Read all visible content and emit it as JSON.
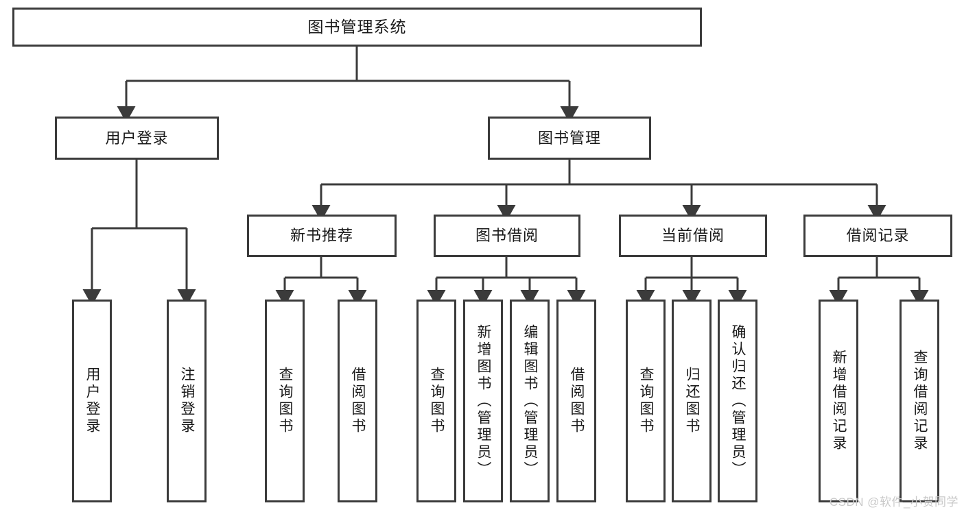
{
  "diagram": {
    "type": "tree-hierarchy",
    "title_node": {
      "label": "图书管理系统"
    },
    "level2": [
      {
        "label": "用户登录"
      },
      {
        "label": "图书管理"
      }
    ],
    "level3": [
      {
        "label": "新书推荐"
      },
      {
        "label": "图书借阅"
      },
      {
        "label": "当前借阅"
      },
      {
        "label": "借阅记录"
      }
    ],
    "leaves": {
      "user_login": [
        {
          "label": "用户登录"
        },
        {
          "label": "注销登录"
        }
      ],
      "new_book_recommend": [
        {
          "label": "查询图书"
        },
        {
          "label": "借阅图书"
        }
      ],
      "book_borrow": [
        {
          "label": "查询图书"
        },
        {
          "label": "新增图书（管理员）"
        },
        {
          "label": "编辑图书（管理员）"
        },
        {
          "label": "借阅图书"
        }
      ],
      "current_borrow": [
        {
          "label": "查询图书"
        },
        {
          "label": "归还图书"
        },
        {
          "label": "确认归还（管理员）"
        }
      ],
      "borrow_record": [
        {
          "label": "新增借阅记录"
        },
        {
          "label": "查询借阅记录"
        }
      ]
    }
  },
  "watermark": {
    "text": "CSDN @软件_小贺同学"
  },
  "colors": {
    "stroke": "#3b3b3b",
    "box_fill": "#ffffff",
    "text": "#1a1a1a",
    "watermark": "#c9c9c9",
    "background": "#ffffff"
  }
}
